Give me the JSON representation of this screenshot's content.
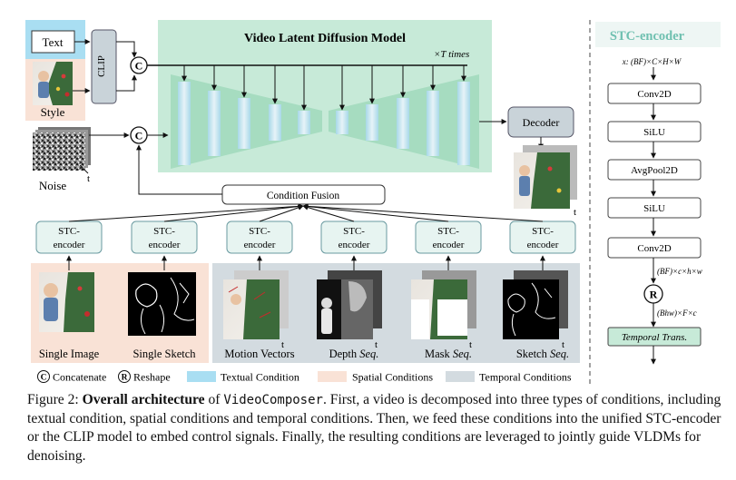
{
  "model": {
    "title": "Video Latent Diffusion Model",
    "times": "×T times",
    "decoder": "Decoder",
    "clip": "CLIP",
    "condition_fusion": "Condition Fusion"
  },
  "inputs": {
    "text": "Text",
    "style": "Style",
    "noise": "Noise",
    "t": "t"
  },
  "stc_label": [
    "STC-",
    "encoder"
  ],
  "conditions": [
    {
      "label": "Single Image",
      "italic": ""
    },
    {
      "label": "Single Sketch",
      "italic": ""
    },
    {
      "label": "Motion Vectors",
      "italic": ""
    },
    {
      "label": "Depth ",
      "italic": "Seq."
    },
    {
      "label": "Mask ",
      "italic": "Seq."
    },
    {
      "label": "Sketch ",
      "italic": "Seq."
    }
  ],
  "legend": {
    "concat_symbol": "C",
    "concat": "Concatenate",
    "reshape_symbol": "R",
    "reshape": "Reshape",
    "textual": "Textual Condition",
    "spatial": "Spatial Conditions",
    "temporal": "Temporal Conditions"
  },
  "stc_panel": {
    "title": "STC-encoder",
    "input_shape": "x: (BF)×C×H×W",
    "layers": [
      "Conv2D",
      "SiLU",
      "AvgPool2D",
      "SiLU",
      "Conv2D"
    ],
    "shape_after_conv": "(BF)×c×h×w",
    "reshape": "R",
    "shape_after_reshape": "(Bhw)×F×c",
    "temporal": "Temporal Trans."
  },
  "colors": {
    "textual": "#a9def2",
    "spatial": "#f9e2d6",
    "temporal": "#d3dbe0",
    "stc_box": "#e7f4f1",
    "stc_title": "#6fc0b0",
    "unet": "#c7ead8",
    "decoder": "#c9d3d9"
  },
  "caption": {
    "prefix": "Figure 2: ",
    "bold": "Overall architecture",
    "of": " of ",
    "name": "VideoComposer",
    "body": ". First, a video is decomposed into three types of conditions, including textual condition, spatial conditions and temporal conditions. Then, we feed these conditions into the unified STC-encoder or the CLIP model to embed control signals. Finally, the resulting conditions are leveraged to jointly guide VLDMs for denoising."
  }
}
